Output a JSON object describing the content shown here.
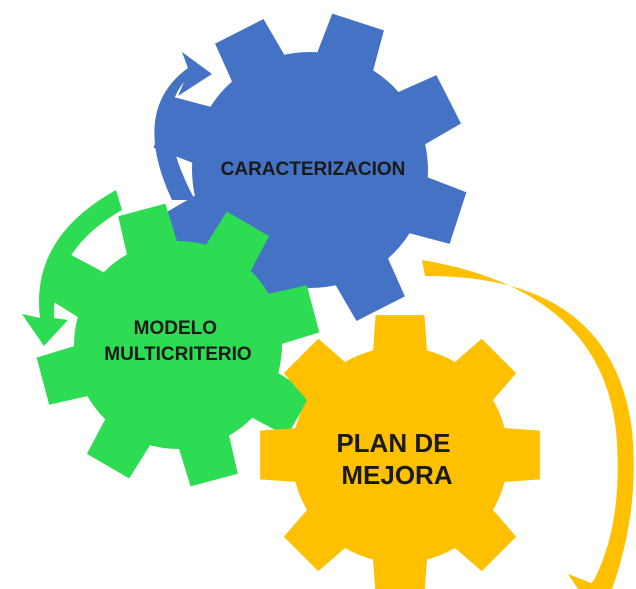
{
  "diagram": {
    "gears": [
      {
        "label_lines": [
          "CARACTERIZACION"
        ],
        "color": "#4472C4",
        "arrow_color": "#4472C4"
      },
      {
        "label_lines": [
          "MODELO",
          "MULTICRITERIO"
        ],
        "color": "#2DDC52",
        "arrow_color": "#2DDC52"
      },
      {
        "label_lines": [
          "PLAN DE",
          "MEJORA"
        ],
        "color": "#FFC000",
        "arrow_color": "#FFC000"
      }
    ]
  }
}
